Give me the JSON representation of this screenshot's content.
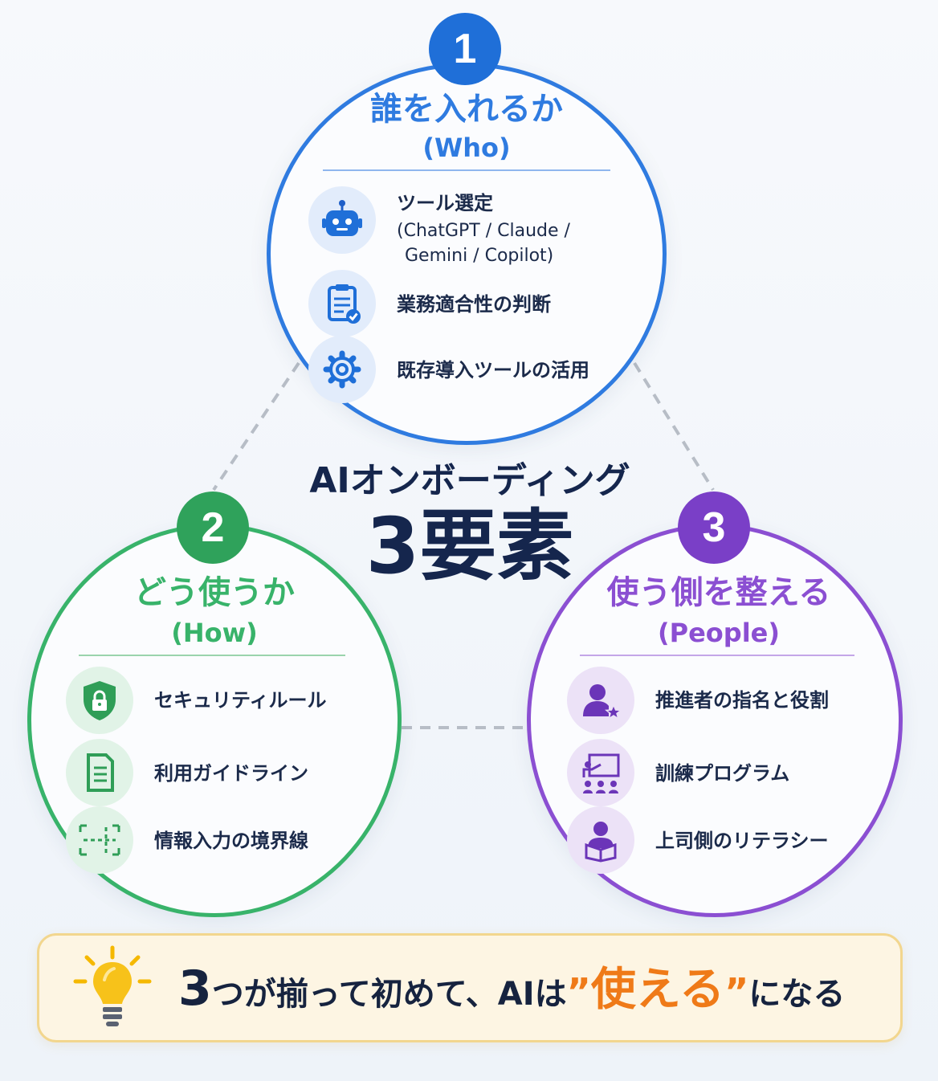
{
  "center": {
    "title": "AIオンボーディング",
    "subtitle": "3要素"
  },
  "colors": {
    "blue": "#2f7be0",
    "green": "#38b36a",
    "purple": "#8b4fd2",
    "accent": "#ef7a18"
  },
  "who": {
    "number": "1",
    "title": "誰を入れるか",
    "sub": "(Who)",
    "items": [
      {
        "icon": "robot-icon",
        "label": "ツール選定",
        "detail1": "(ChatGPT / Claude /",
        "detail2": "Gemini / Copilot)"
      },
      {
        "icon": "clipboard-check-icon",
        "label": "業務適合性の判断"
      },
      {
        "icon": "gear-icon",
        "label": "既存導入ツールの活用"
      }
    ]
  },
  "how": {
    "number": "2",
    "title": "どう使うか",
    "sub": "(How)",
    "items": [
      {
        "icon": "shield-lock-icon",
        "label": "セキュリティルール"
      },
      {
        "icon": "document-icon",
        "label": "利用ガイドライン"
      },
      {
        "icon": "boundary-icon",
        "label": "情報入力の境界線"
      }
    ]
  },
  "people": {
    "number": "3",
    "title": "使う側を整える",
    "sub": "(People)",
    "items": [
      {
        "icon": "person-star-icon",
        "label": "推進者の指名と役割"
      },
      {
        "icon": "training-icon",
        "label": "訓練プログラム"
      },
      {
        "icon": "reader-icon",
        "label": "上司側のリテラシー"
      }
    ]
  },
  "banner": {
    "icon": "lightbulb-icon",
    "num": "3",
    "text1": "つが揃って初めて、AIは",
    "open_quote": "”",
    "highlight": "使える",
    "close_quote": "”",
    "text2": "になる"
  }
}
